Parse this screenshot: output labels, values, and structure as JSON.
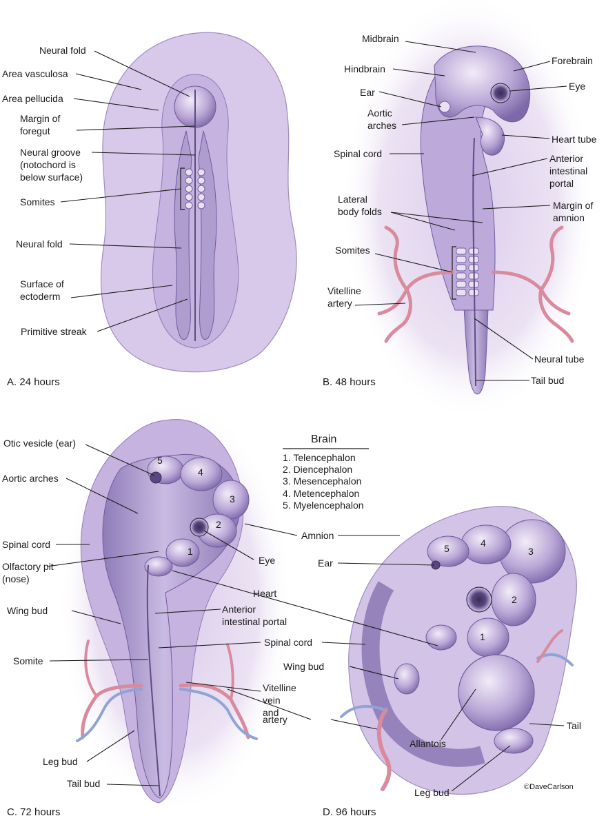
{
  "panels": {
    "a": {
      "caption": "A. 24 hours",
      "labels": {
        "neural_fold_top": "Neural fold",
        "area_vasculosa": "Area vasculosa",
        "area_pellucida": "Area pellucida",
        "margin_foregut_1": "Margin of",
        "margin_foregut_2": "foregut",
        "neural_groove_1": "Neural groove",
        "neural_groove_2": "(notochord is",
        "neural_groove_3": "below surface)",
        "somites": "Somites",
        "neural_fold_mid": "Neural fold",
        "surface_ectoderm_1": "Surface of",
        "surface_ectoderm_2": "ectoderm",
        "primitive_streak": "Primitive streak"
      }
    },
    "b": {
      "caption": "B. 48 hours",
      "labels": {
        "midbrain": "Midbrain",
        "forebrain": "Forebrain",
        "hindbrain": "Hindbrain",
        "ear": "Ear",
        "eye": "Eye",
        "aortic_arches_1": "Aortic",
        "aortic_arches_2": "arches",
        "heart_tube": "Heart tube",
        "spinal_cord": "Spinal cord",
        "anterior_intestinal_1": "Anterior",
        "anterior_intestinal_2": "intestinal",
        "anterior_intestinal_3": "portal",
        "lateral_body_folds_1": "Lateral",
        "lateral_body_folds_2": "body folds",
        "margin_amnion_1": "Margin of",
        "margin_amnion_2": "amnion",
        "somites": "Somites",
        "vitelline_artery_1": "Vitelline",
        "vitelline_artery_2": "artery",
        "neural_tube": "Neural tube",
        "tail_bud": "Tail bud"
      }
    },
    "c": {
      "caption": "C. 72 hours",
      "labels": {
        "otic_vesicle": "Otic vesicle (ear)",
        "aortic_arches": "Aortic arches",
        "spinal_cord": "Spinal cord",
        "olfactory_pit_1": "Olfactory pit",
        "olfactory_pit_2": "(nose)",
        "eye": "Eye",
        "amnion": "Amnion",
        "heart": "Heart",
        "wing_bud": "Wing bud",
        "anterior_intestinal_1": "Anterior",
        "anterior_intestinal_2": "intestinal portal",
        "spinal_cord_right": "Spinal cord",
        "somite": "Somite",
        "vitelline_1": "Vitelline",
        "vitelline_2": "vein",
        "vitelline_3": "and",
        "vitelline_4": "artery",
        "leg_bud": "Leg bud",
        "tail_bud": "Tail bud"
      },
      "numbers": [
        "1",
        "2",
        "3",
        "4",
        "5"
      ]
    },
    "d": {
      "caption": "D. 96 hours",
      "labels": {
        "ear": "Ear",
        "wing_bud": "Wing bud",
        "tail": "Tail",
        "allantois": "Allantois",
        "leg_bud": "Leg bud"
      },
      "numbers": [
        "1",
        "2",
        "3",
        "4",
        "5"
      ]
    }
  },
  "legend": {
    "title": "Brain",
    "items": [
      "1. Telencephalon",
      "2. Diencephalon",
      "3. Mesencephalon",
      "4. Metencephalon",
      "5. Myelencephalon"
    ]
  },
  "credit": "©DaveCarlson",
  "colors": {
    "tissue": "#b9a6d6",
    "tissue_dark": "#7d68a8",
    "halo": "#e4d8ef",
    "artery": "#d98a9c",
    "vein": "#8fa3d6",
    "line": "#1a1a1a"
  }
}
